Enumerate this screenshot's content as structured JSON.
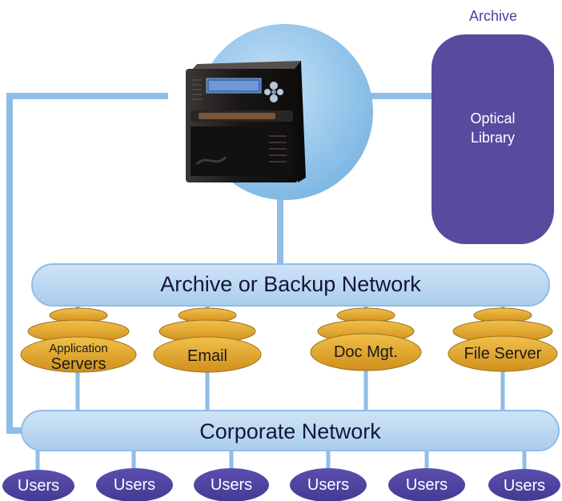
{
  "colors": {
    "link_blue": "#8fbde6",
    "network_fill": "#bcd9f1",
    "network_stroke": "#8fbde6",
    "server_fill": "#dfa22c",
    "server_stroke": "#9c7320",
    "library_purple": "#574ba0",
    "users_purple": "#4f429e",
    "circle_blue": "#8fc3ea",
    "device_body": "#1d1b1a"
  },
  "archive": {
    "label": "Archive",
    "library_line1": "Optical",
    "library_line2": "Library"
  },
  "networks": {
    "backup": "Archive or Backup Network",
    "corporate": "Corporate Network"
  },
  "servers": [
    {
      "line1": "Application",
      "line2": "Servers"
    },
    {
      "label": "Email"
    },
    {
      "label": "Doc Mgt."
    },
    {
      "label": "File Server"
    }
  ],
  "users": [
    "Users",
    "Users",
    "Users",
    "Users",
    "Users",
    "Users"
  ],
  "device": {
    "icon": "optical-drive-server-icon"
  }
}
